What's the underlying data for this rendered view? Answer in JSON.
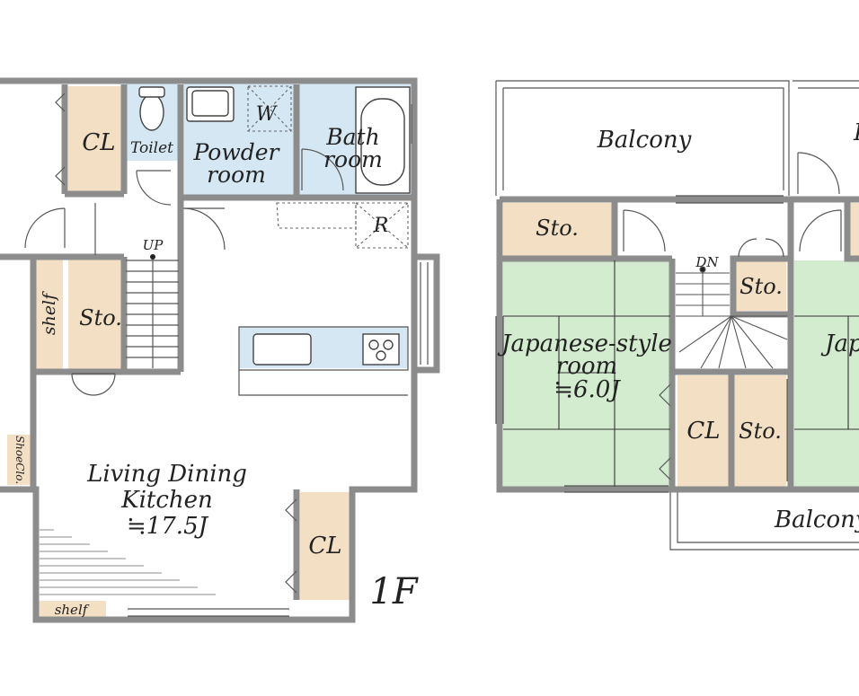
{
  "colors": {
    "wall": "#8c8c8c",
    "closet": "#f3dfc4",
    "wet": "#d5e7f3",
    "tatami": "#d3ebcf",
    "floor": "#ffffff"
  },
  "floor1": {
    "floor_label": "1F",
    "rooms": {
      "cl_top": "CL",
      "toilet": "Toilet",
      "washer": "W",
      "powder_line1": "Powder",
      "powder_line2": "room",
      "bath_line1": "Bath",
      "bath_line2": "room",
      "refrigerator": "R",
      "up": "UP",
      "shelf_side": "shelf",
      "storage": "Sto.",
      "shoe_closet": "ShoeClo.",
      "ldk_line1": "Living Dining",
      "ldk_line2": "Kitchen",
      "ldk_size": "≒17.5J",
      "cl_ldk": "CL",
      "shelf_bottom": "shelf"
    }
  },
  "floor2": {
    "rooms": {
      "balcony_top": "Balcony",
      "balcony_top_right_partial": "B",
      "sto_top_left": "Sto.",
      "dn": "DN",
      "sto_mid": "Sto.",
      "jp_line1": "Japanese-style",
      "jp_line2": "room",
      "jp_size": "≒6.0J",
      "jp_right_partial": "Jap",
      "cl": "CL",
      "sto_bottom": "Sto.",
      "balcony_bottom": "Balcony"
    }
  }
}
